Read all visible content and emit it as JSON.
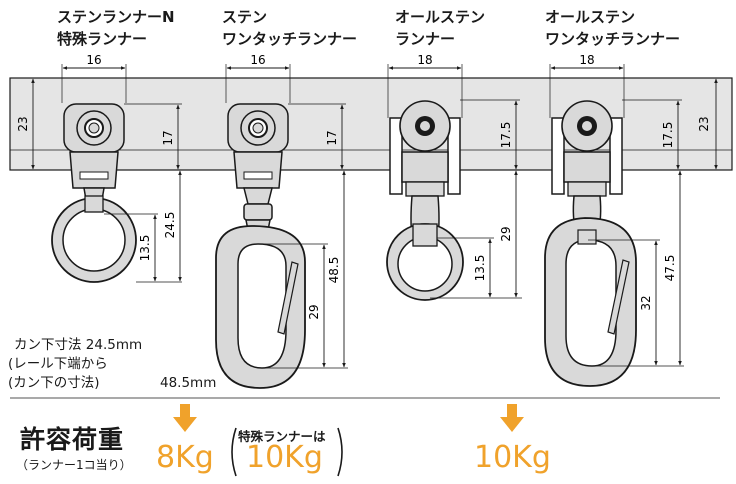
{
  "products": [
    {
      "line1": "ステンランナーN",
      "line2": "特殊ランナー",
      "width_dim": "16",
      "rail_h_dim": "17",
      "hook_dim": "24.5",
      "ring_dim": "13.5"
    },
    {
      "line1": "ステン",
      "line2": "ワンタッチランナー",
      "width_dim": "16",
      "rail_h_dim": "17",
      "hook_dim": "48.5",
      "ring_dim": "29"
    },
    {
      "line1": "オールステン",
      "line2": "ランナー",
      "width_dim": "18",
      "rail_h_dim": "17.5",
      "hook_dim": "29",
      "ring_dim": "13.5"
    },
    {
      "line1": "オールステン",
      "line2": "ワンタッチランナー",
      "width_dim": "18",
      "rail_h_dim": "17.5",
      "hook_dim": "47.5",
      "ring_dim": "32"
    }
  ],
  "rail_height": "23",
  "notes": {
    "hook_dim_label": "カン下寸法 24.5mm",
    "paren_line1": "レール下端から",
    "paren_line2": "カン下の寸法",
    "second_value": "48.5mm"
  },
  "load": {
    "title": "許容荷重",
    "subtitle": "（ランナー1コ当り）",
    "value_standard": "8Kg",
    "special_label": "特殊ランナーは",
    "value_special": "10Kg",
    "value_all_stainless": "10Kg"
  },
  "colors": {
    "rail": "#e5e5e5",
    "accent": "#f0a22b",
    "part": "#d9d9d9",
    "outline": "#1a1a1a"
  }
}
